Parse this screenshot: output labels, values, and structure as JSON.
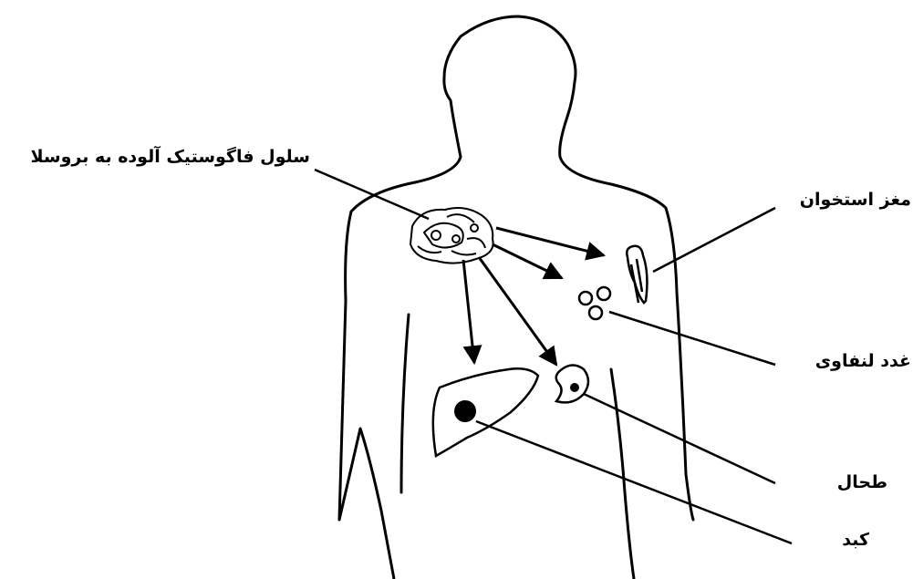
{
  "labels": {
    "phagocytic_cell": "سلول فاگوستیک آلوده به بروسلا",
    "bone_marrow": "مغز استخوان",
    "lymph_nodes": "غدد لنفاوی",
    "spleen": "طحال",
    "liver": "کبد"
  },
  "colors": {
    "line": "#000000",
    "background": "#ffffff"
  }
}
